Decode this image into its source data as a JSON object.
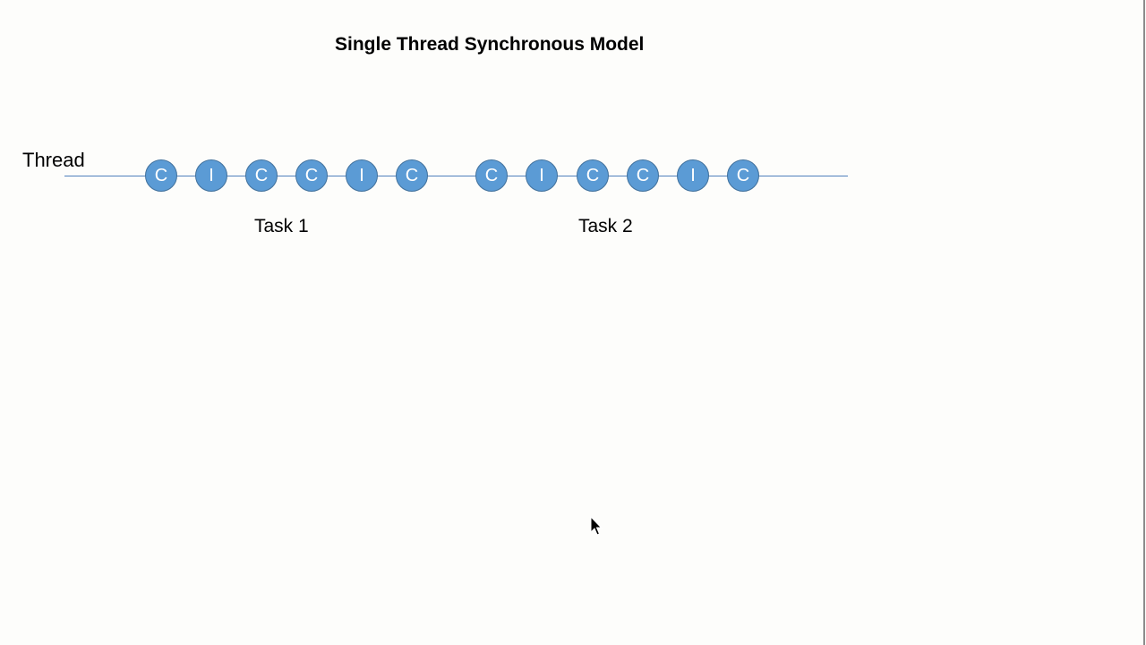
{
  "title": "Single Thread Synchronous Model",
  "thread_label": "Thread",
  "tasks": [
    {
      "label": "Task 1",
      "ops": [
        "C",
        "I",
        "C",
        "C",
        "I",
        "C"
      ]
    },
    {
      "label": "Task 2",
      "ops": [
        "C",
        "I",
        "C",
        "C",
        "I",
        "C"
      ]
    }
  ],
  "colors": {
    "op_fill": "#5b9bd5",
    "op_border": "#41719c",
    "timeline": "#4f81bd",
    "background": "#fdfdfb"
  },
  "icons": {
    "cursor": "mouse-pointer-icon"
  }
}
